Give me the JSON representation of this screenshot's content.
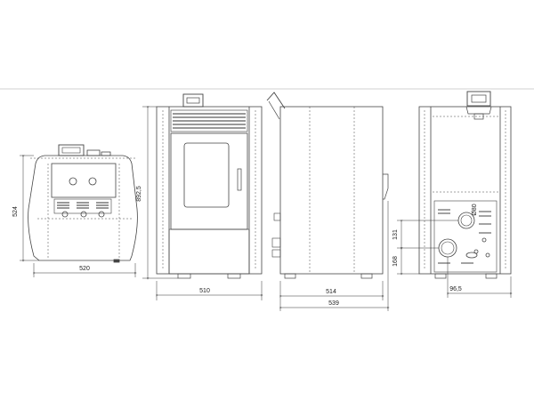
{
  "drawing": {
    "top_view": {
      "width_dim": "520",
      "depth_dim": "524"
    },
    "front_view": {
      "width_dim": "510",
      "height_dim": "892,5"
    },
    "side_view": {
      "depth_dim": "514",
      "overall_depth_dim": "539"
    },
    "rear_view": {
      "flue_diameter": "Ø80",
      "flue_height_dim": "131",
      "inlet_height_dim": "168",
      "offset_dim": "96,5"
    }
  }
}
